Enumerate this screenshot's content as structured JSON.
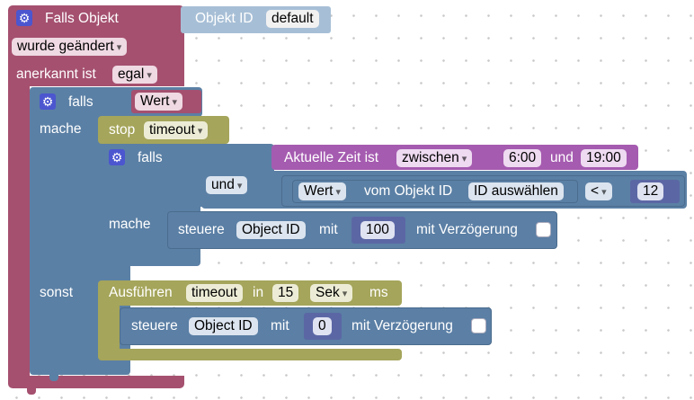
{
  "colors": {
    "trigger": "#a5506f",
    "logic": "#5b80a5",
    "timer": "#a5a55b",
    "value": "#a55bb0",
    "action": "#5b7fa5"
  },
  "trigger": {
    "title": "Falls Objekt",
    "object_id_label": "Objekt ID",
    "object_id_value": "default",
    "changed": "wurde geändert",
    "ack_label": "anerkannt ist",
    "ack_value": "egal"
  },
  "if1": {
    "falls": "falls",
    "condition": "Wert",
    "mache": "mache",
    "sonst": "sonst"
  },
  "stop": {
    "label": "stop",
    "value": "timeout"
  },
  "if2": {
    "falls": "falls",
    "mache": "mache",
    "time_label": "Aktuelle Zeit ist",
    "time_op": "zwischen",
    "time_from": "6:00",
    "time_and": "und",
    "time_to": "19:00",
    "logic_op": "und",
    "value_prop": "Wert",
    "value_of": "vom Objekt ID",
    "value_obj": "ID auswählen",
    "compare": "<",
    "compare_value": "12"
  },
  "control1": {
    "label": "steuere",
    "object": "Object ID",
    "with": "mit",
    "value": "100",
    "delay": "mit Verzögerung"
  },
  "exec": {
    "label": "Ausführen",
    "name": "timeout",
    "in": "in",
    "amount": "15",
    "unit": "Sek",
    "ms": "ms"
  },
  "control2": {
    "label": "steuere",
    "object": "Object ID",
    "with": "mit",
    "value": "0",
    "delay": "mit Verzögerung"
  }
}
